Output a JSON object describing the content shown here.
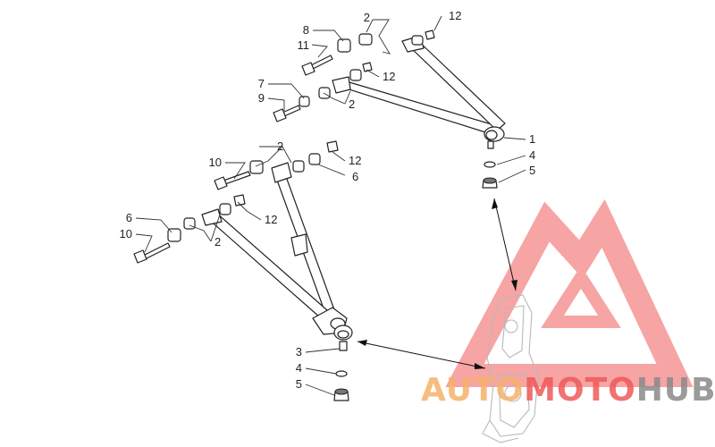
{
  "diagram": {
    "callouts": {
      "c1": "1",
      "c2a": "2",
      "c2b": "2",
      "c2c": "2",
      "c2d": "2",
      "c3": "3",
      "c4a": "4",
      "c4b": "4",
      "c5a": "5",
      "c5b": "5",
      "c6a": "6",
      "c6b": "6",
      "c7": "7",
      "c8": "8",
      "c9": "9",
      "c10a": "10",
      "c10b": "10",
      "c11": "11",
      "c12a": "12",
      "c12b": "12",
      "c12c": "12",
      "c12d": "12"
    }
  },
  "watermark": {
    "part1": "AUTO",
    "part2": "MOTO",
    "part3": "HUB",
    "colors": {
      "red": "#ef5a5a",
      "orange": "#f5b26b",
      "gray": "#8a8a8a"
    }
  }
}
